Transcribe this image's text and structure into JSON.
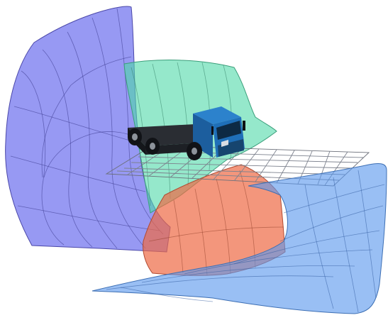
{
  "figure": {
    "surfaces": [
      {
        "id": "left-mirror-field",
        "color": "#7d7ef0"
      },
      {
        "id": "rear-mirror-field",
        "color": "#5fe0b0"
      },
      {
        "id": "front-mirror-field",
        "color": "#f27a5a"
      },
      {
        "id": "ground-field",
        "color": "#6fa8f0"
      }
    ],
    "grid": {
      "color": "#8a8f9c",
      "rows": 6,
      "cols": 12
    },
    "truck": {
      "cab_color": "#1f6fb8",
      "chassis_color": "#2a2d33"
    }
  }
}
